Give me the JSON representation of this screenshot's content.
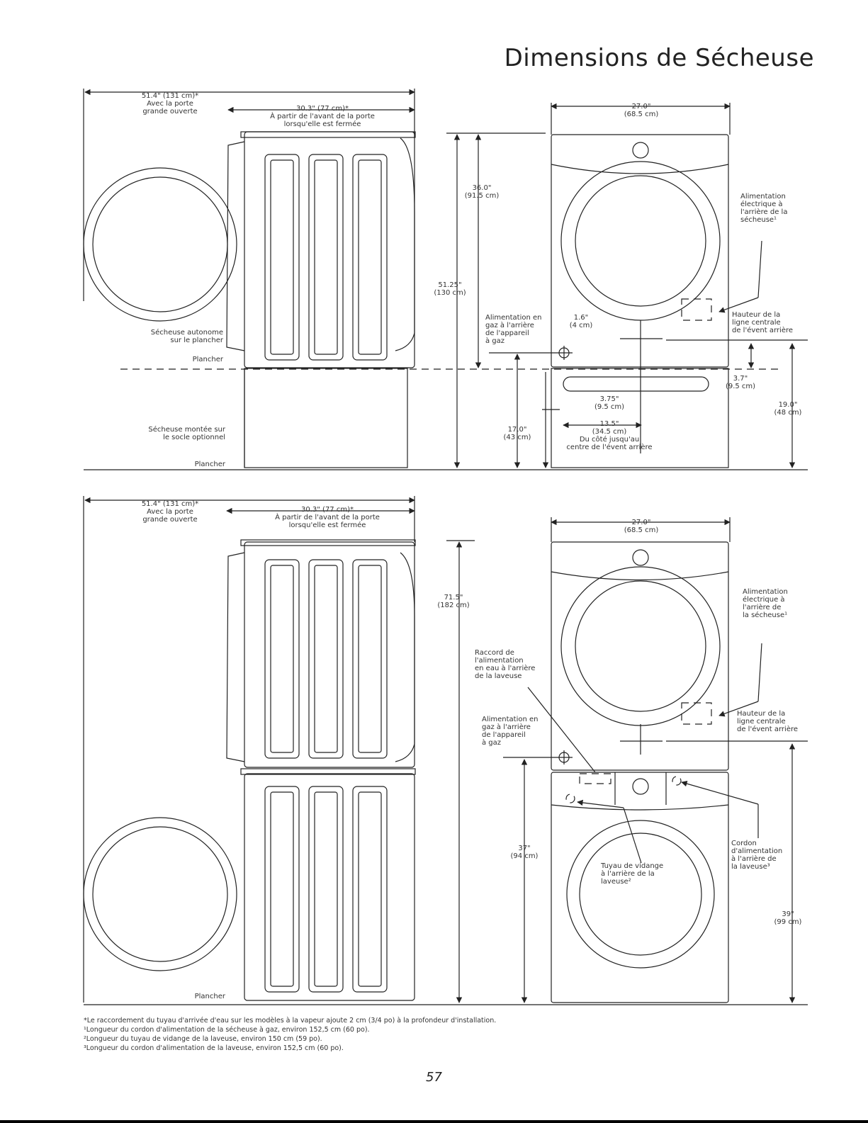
{
  "title": "Dimensions de Sécheuse",
  "page_number": "57",
  "colors": {
    "line": "#222222",
    "background": "#ffffff"
  },
  "top_diagram": {
    "door_open_depth": [
      "51.4\" (131 cm)*",
      "Avec la porte",
      "grande ouverte"
    ],
    "depth_closed": [
      "30.3\" (77 cm)*",
      "À partir de l'avant de la porte",
      "lorsqu'elle est fermée"
    ],
    "height_dryer": [
      "36.0\"",
      "(91.5 cm)"
    ],
    "height_total": [
      "51.25\"",
      "(130 cm)"
    ],
    "freestanding": [
      "Sécheuse autonome",
      "sur le plancher"
    ],
    "floor_label": "Plancher",
    "pedestal_label": [
      "Sécheuse montée sur",
      "le socle optionnel"
    ],
    "floor_label_2": "Plancher",
    "gas_supply": [
      "Alimentation en",
      "gaz à l'arrière",
      "de l'appareil",
      "à gaz"
    ],
    "gas_offset": [
      "1.6\"",
      "(4 cm)"
    ],
    "pedestal_height": [
      "17.0\"",
      "(43 cm)"
    ],
    "side_offset": [
      "3.75\"",
      "(9.5 cm)"
    ],
    "vent_center": [
      "13.5\"",
      "(34.5 cm)",
      "Du côté jusqu'au",
      "centre de l'évent arrière"
    ],
    "width": [
      "27.0\"",
      "(68.5 cm)"
    ],
    "power_supply": [
      "Alimentation",
      "électrique à",
      "l'arrière de la",
      "sécheuse¹"
    ],
    "vent_height_label": [
      "Hauteur de la",
      "ligne centrale",
      "de l'évent arrière"
    ],
    "vent_offset": [
      "3.7\"",
      "(9.5 cm)"
    ],
    "vent_height": [
      "19.0\"",
      "(48 cm)"
    ]
  },
  "bottom_diagram": {
    "door_open_depth": [
      "51.4\" (131 cm)*",
      "Avec la porte",
      "grande ouverte"
    ],
    "depth_closed": [
      "30.3\" (77 cm)*",
      "À partir de l'avant de la porte",
      "lorsqu'elle est fermée"
    ],
    "height_total": [
      "71.5\"",
      "(182 cm)"
    ],
    "water_supply": [
      "Raccord de",
      "l'alimentation",
      "en eau à l'arrière",
      "de la laveuse"
    ],
    "gas_supply": [
      "Alimentation en",
      "gaz à l'arrière",
      "de l'appareil",
      "à gaz"
    ],
    "gas_height": [
      "37\"",
      "(94 cm)"
    ],
    "width": [
      "27.0\"",
      "(68.5 cm)"
    ],
    "power_supply": [
      "Alimentation",
      "électrique à",
      "l'arrière de",
      "la sécheuse¹"
    ],
    "vent_height_label": [
      "Hauteur de la",
      "ligne centrale",
      "de l'évent arrière"
    ],
    "washer_drain": [
      "Tuyau de vidange",
      "à l'arrière de la",
      "laveuse²"
    ],
    "washer_power": [
      "Cordon",
      "d'alimentation",
      "à l'arrière de",
      "la laveuse³"
    ],
    "vent_height": [
      "39\"",
      "(99 cm)"
    ],
    "floor_label": "Plancher"
  },
  "footnotes": [
    "*Le raccordement du tuyau d'arrivée d'eau sur les modèles à la vapeur ajoute 2 cm (3/4 po) à la profondeur d'installation.",
    "¹Longueur du cordon d'alimentation de la sécheuse à gaz, environ 152,5 cm (60 po).",
    "²Longueur du tuyau de vidange de la laveuse, environ 150 cm (59 po).",
    "³Longueur du cordon d'alimentation de la laveuse, environ 152,5 cm (60 po)."
  ]
}
